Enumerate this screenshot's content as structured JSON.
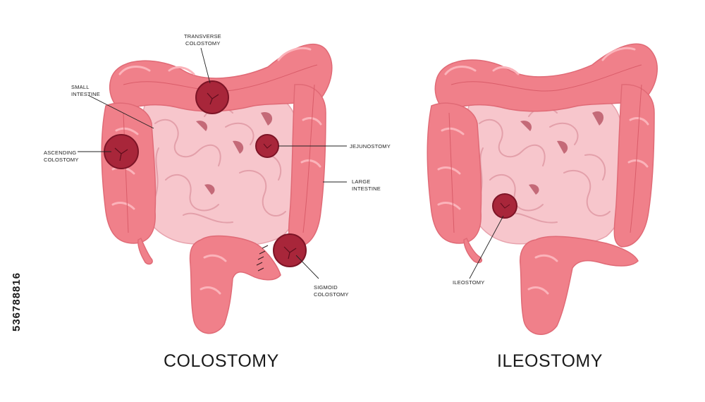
{
  "diagrams": {
    "colostomy": {
      "title": "COLOSTOMY",
      "labels": {
        "transverse_1": "TRANSVERSE",
        "transverse_2": "COLOSTOMY",
        "small_1": "SMALL",
        "small_2": "INTESTINE",
        "ascending_1": "ASCENDING",
        "ascending_2": "COLOSTOMY",
        "jejunostomy": "JEJUNOSTOMY",
        "large_1": "LARGE",
        "large_2": "INTESTINE",
        "sigmoid_1": "SIGMOID",
        "sigmoid_2": "COLOSTOMY"
      }
    },
    "ileostomy": {
      "title": "ILEOSTOMY",
      "labels": {
        "ileostomy": "ILEOSTOMY"
      }
    }
  },
  "stock_id": "536788816",
  "colors": {
    "colon": "#f0808a",
    "colon_dark": "#e06a76",
    "colon_light": "#f8a5ad",
    "small_intestine": "#f7c6cc",
    "small_intestine_line": "#e7a3ad",
    "mesentery": "#c46a78",
    "stoma": "#a8263a",
    "stoma_dark": "#7d1426"
  }
}
